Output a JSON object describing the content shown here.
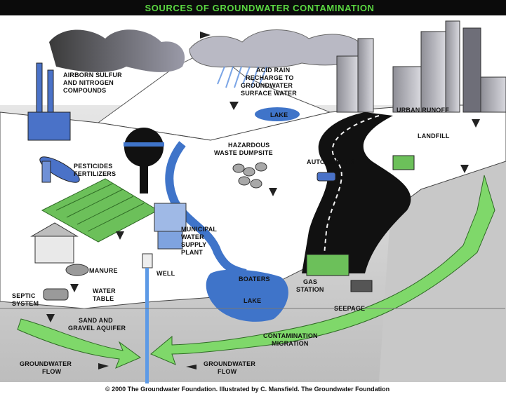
{
  "title": "SOURCES OF GROUNDWATER CONTAMINATION",
  "labels": {
    "airborne": [
      "AIRBORN SULFUR",
      "AND NITROGEN",
      "COMPOUNDS"
    ],
    "acid_rain": [
      "ACID RAIN",
      "RECHARGE TO",
      "GROUNDWATER",
      "SURFACE WATER"
    ],
    "lake_top": "LAKE",
    "urban_runoff": "URBAN RUNOFF",
    "landfill": "LANDFILL",
    "pesticides": [
      "PESTICIDES",
      "FERTILIZERS"
    ],
    "hazardous": [
      "HAZARDOUS",
      "WASTE DUMPSITE"
    ],
    "automobiles": "AUTOMOBILES",
    "municipal": [
      "MUNICIPAL",
      "WATER",
      "SUPPLY",
      "PLANT"
    ],
    "manure": "MANURE",
    "well": "WELL",
    "boaters": "BOATERS",
    "gas_station": [
      "GAS",
      "STATION"
    ],
    "septic": [
      "SEPTIC",
      "SYSTEM"
    ],
    "water_table": [
      "WATER",
      "TABLE"
    ],
    "lake_bottom": "LAKE",
    "seepage": "SEEPAGE",
    "aquifer": [
      "SAND AND",
      "GRAVEL AQUIFER"
    ],
    "contamination": [
      "CONTAMINATION",
      "MIGRATION"
    ],
    "gw_flow_left": [
      "GROUNDWATER",
      "FLOW"
    ],
    "gw_flow_mid": [
      "GROUNDWATER",
      "FLOW"
    ]
  },
  "credit": "© 2000 The Groundwater Foundation.  Illustrated by C. Mansfield. The Groundwater Foundation",
  "colors": {
    "title_bg": "#0b0b0b",
    "title_fg": "#5ad641",
    "water": "#3f74c9",
    "green_flow": "#7fd86a",
    "road": "#111111",
    "ground": "#d9d9d9"
  }
}
